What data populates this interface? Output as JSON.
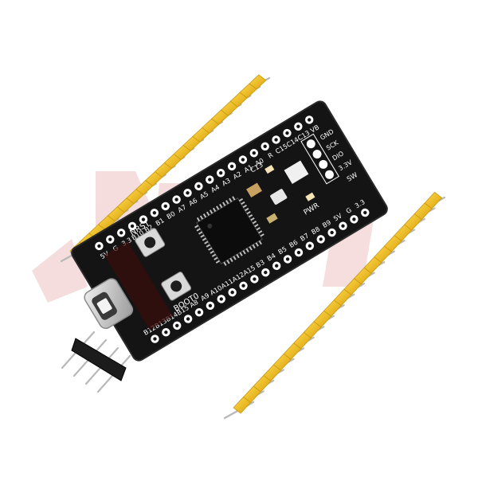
{
  "colors": {
    "background": "#ffffff",
    "pcb": "#141414",
    "pcb_edge": "#2a2a2a",
    "silkscreen": "#ffffff",
    "pin_plastic": "#f2c21b",
    "pin_plastic_dark": "#c99a0c",
    "pin_metal": "#c9c9c9",
    "header_black": "#1c1c1c",
    "usb_metal": "#d9d9d9",
    "watermark": "#e8a0a0"
  },
  "board": {
    "top_labels": [
      "5V",
      "G",
      "3.3",
      "B10",
      "B2",
      "B1",
      "B0",
      "A7",
      "A6",
      "A5",
      "A4",
      "A3",
      "A2",
      "A1",
      "A0",
      "R",
      "C15",
      "C14",
      "C13",
      "VB"
    ],
    "bottom_labels": [
      "B12",
      "B13",
      "B14",
      "B15",
      "A8",
      "A9",
      "A10",
      "A11",
      "A12",
      "A15",
      "B3",
      "B4",
      "B5",
      "B6",
      "B7",
      "B8",
      "B9",
      "5V",
      "G",
      "3.3"
    ],
    "swd_labels": [
      "GND",
      "SCK",
      "DIO",
      "3.3V"
    ],
    "sw_label": "SW",
    "nrst_label": "NRST",
    "boot0_label": "BOOT0",
    "pwr_label": "PWR",
    "c13_label": "C13"
  },
  "icons": {
    "usb": "usb-c-connector-icon",
    "chip": "microcontroller-chip-icon"
  }
}
